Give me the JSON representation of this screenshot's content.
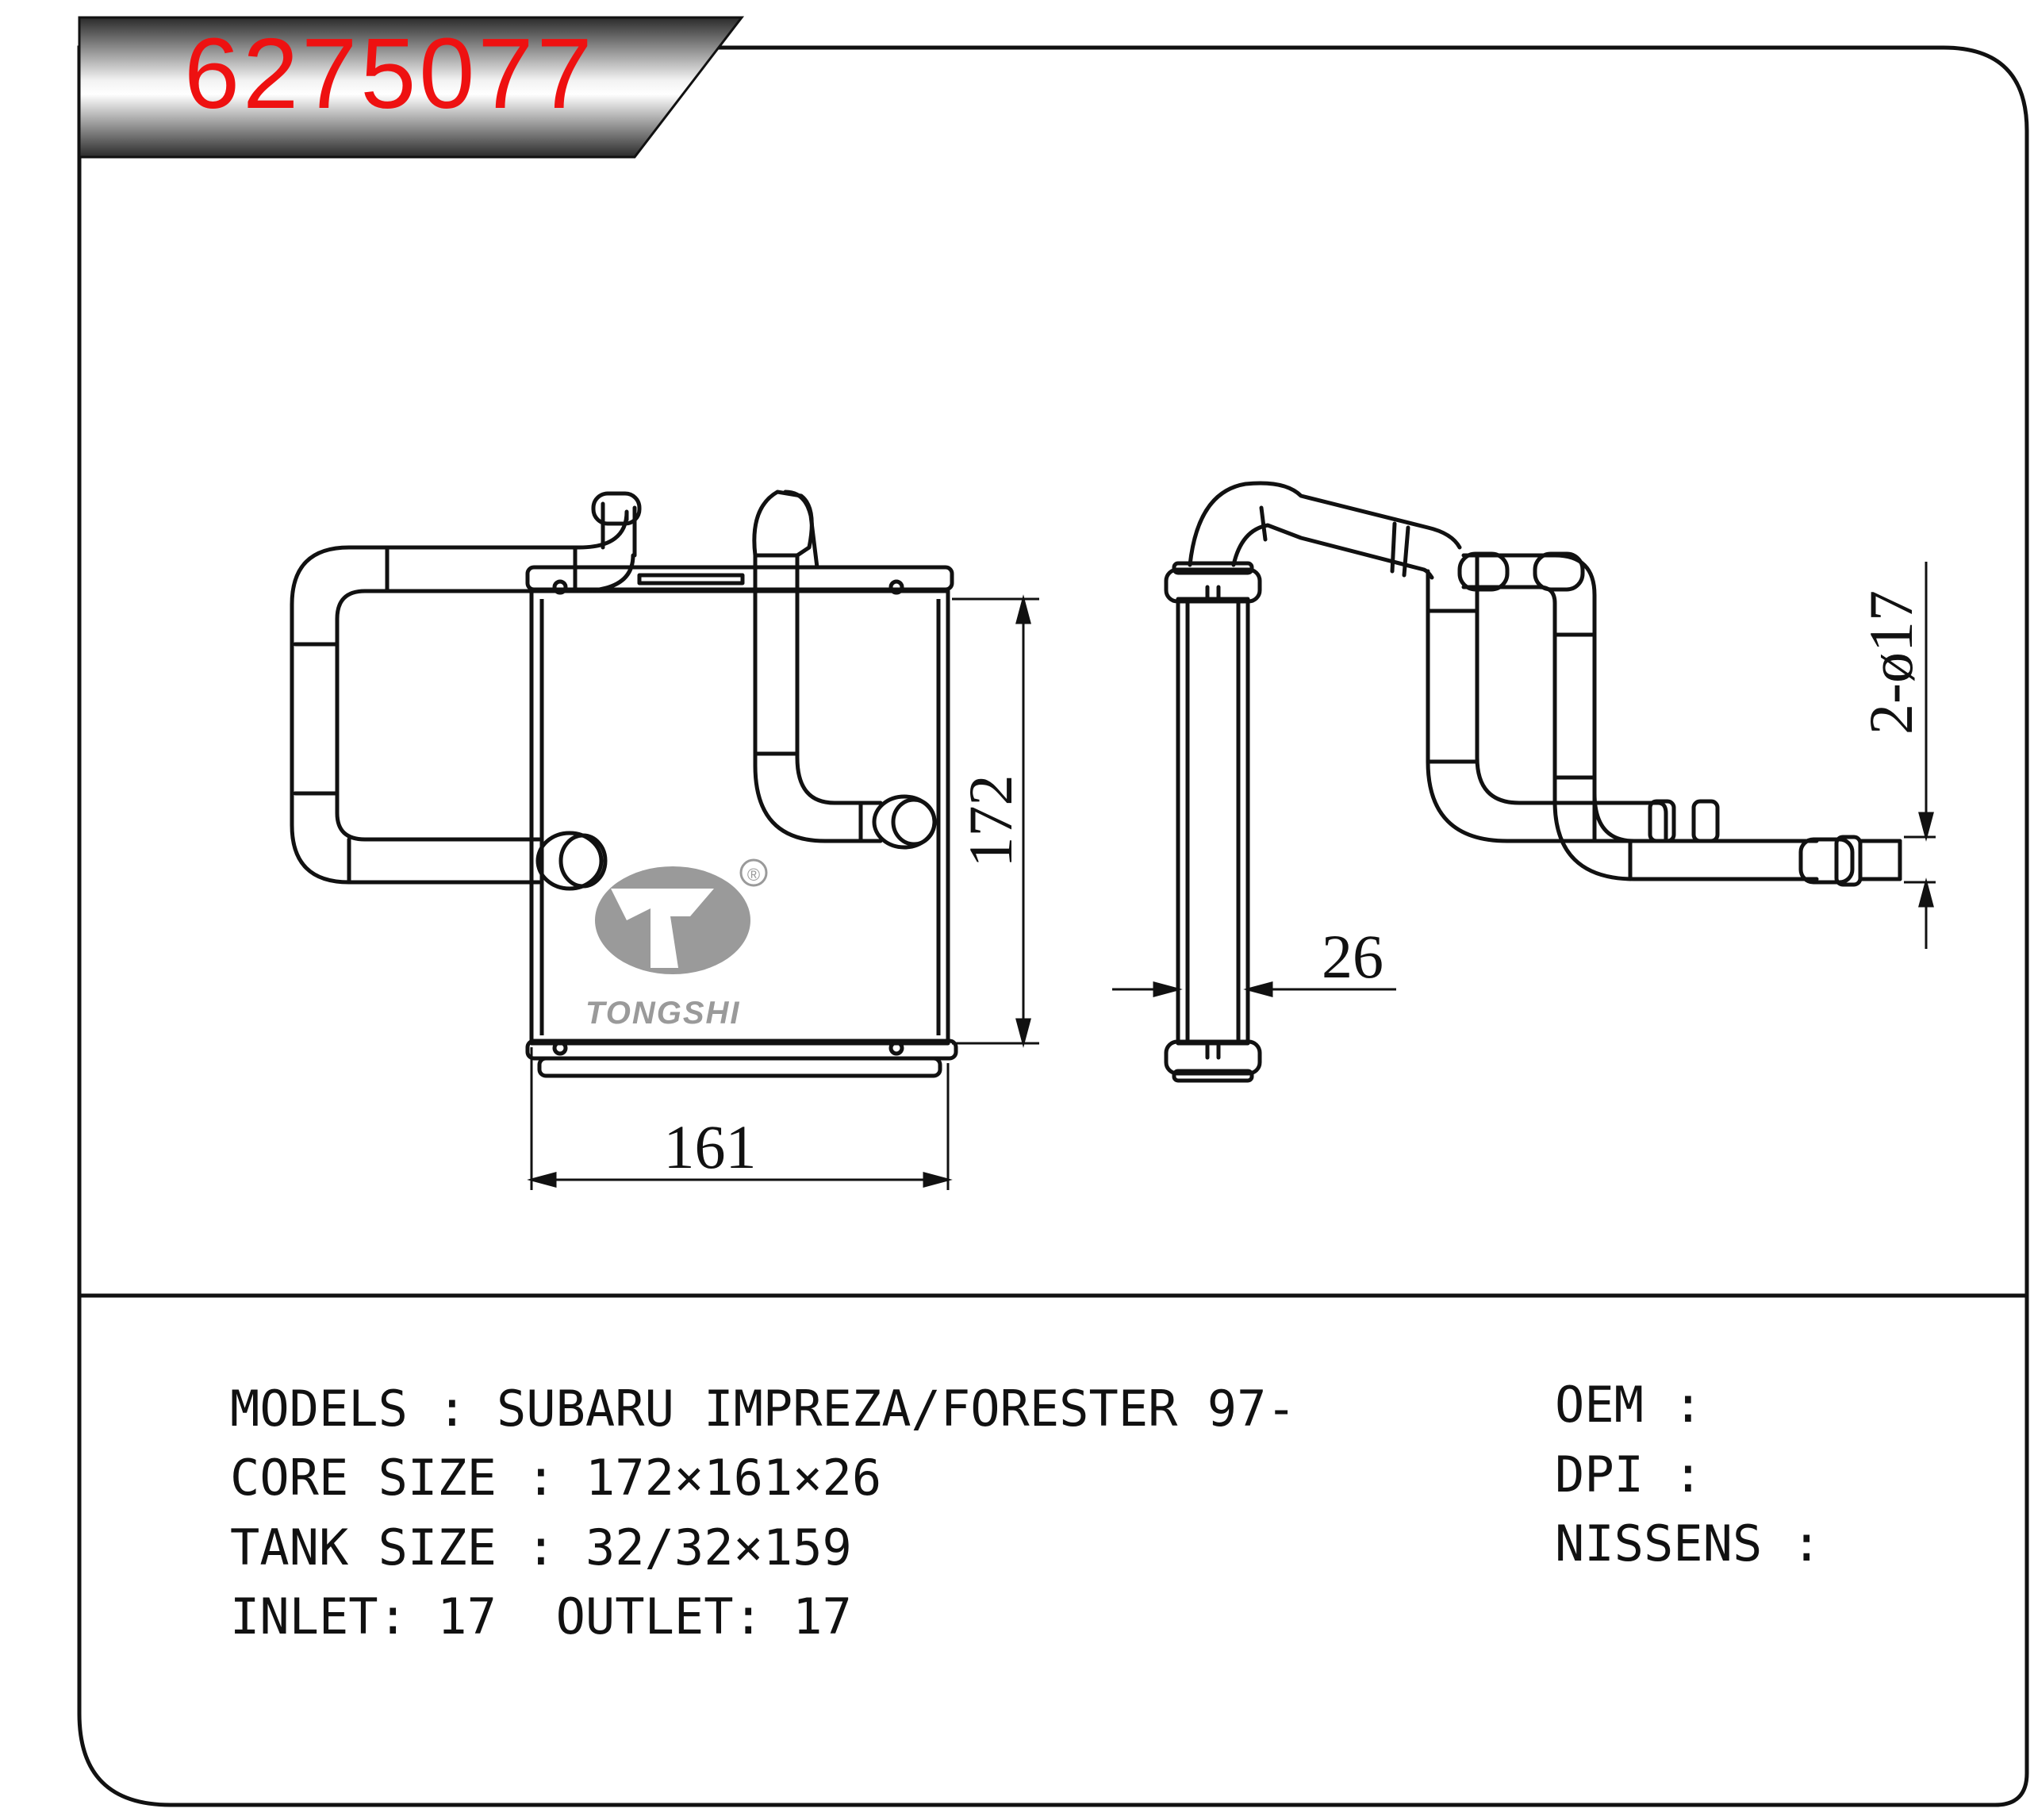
{
  "part_number": "6275077",
  "brand": {
    "name": "TONGSHI",
    "registered_mark": "®"
  },
  "dimensions": {
    "height": "172",
    "width": "161",
    "depth": "26",
    "pipe": "2-ø17"
  },
  "specs": {
    "models_label": "MODELS",
    "models_value": "SUBARU IMPREZA/FORESTER 97-",
    "core_label": "CORE SIZE",
    "core_value": "172×161×26",
    "tank_label": "TANK SIZE",
    "tank_value": "32/32×159",
    "inlet_label": "INLET",
    "inlet_value": "17",
    "outlet_label": "OUTLET",
    "outlet_value": "17"
  },
  "references": {
    "oem_label": "OEM",
    "oem_value": "",
    "dpi_label": "DPI",
    "dpi_value": "",
    "nissens_label": "NISSENS",
    "nissens_value": ""
  }
}
